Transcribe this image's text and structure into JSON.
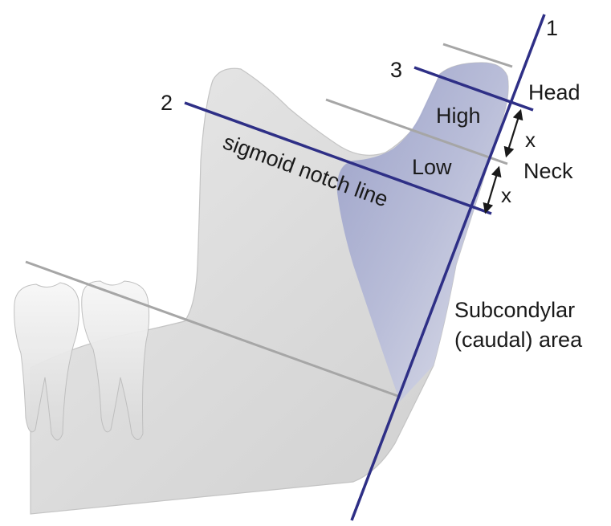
{
  "labels": {
    "line_1": "1",
    "line_2": "2",
    "line_3": "3",
    "head": "Head",
    "high": "High",
    "low": "Low",
    "neck": "Neck",
    "x_upper": "x",
    "x_lower": "x",
    "sigmoid_notch_line": "sigmoid notch line",
    "subcondylar_line1": "Subcondylar",
    "subcondylar_line2": "(caudal) area"
  },
  "colors": {
    "reference_line": "#2e2f86",
    "gray_line": "#a6a6a6",
    "bone": "#dcdcdc",
    "condyle_highlight": "#a7add0",
    "text": "#1a1a1a"
  },
  "icons": {
    "double_arrow": "double-headed-arrow"
  }
}
